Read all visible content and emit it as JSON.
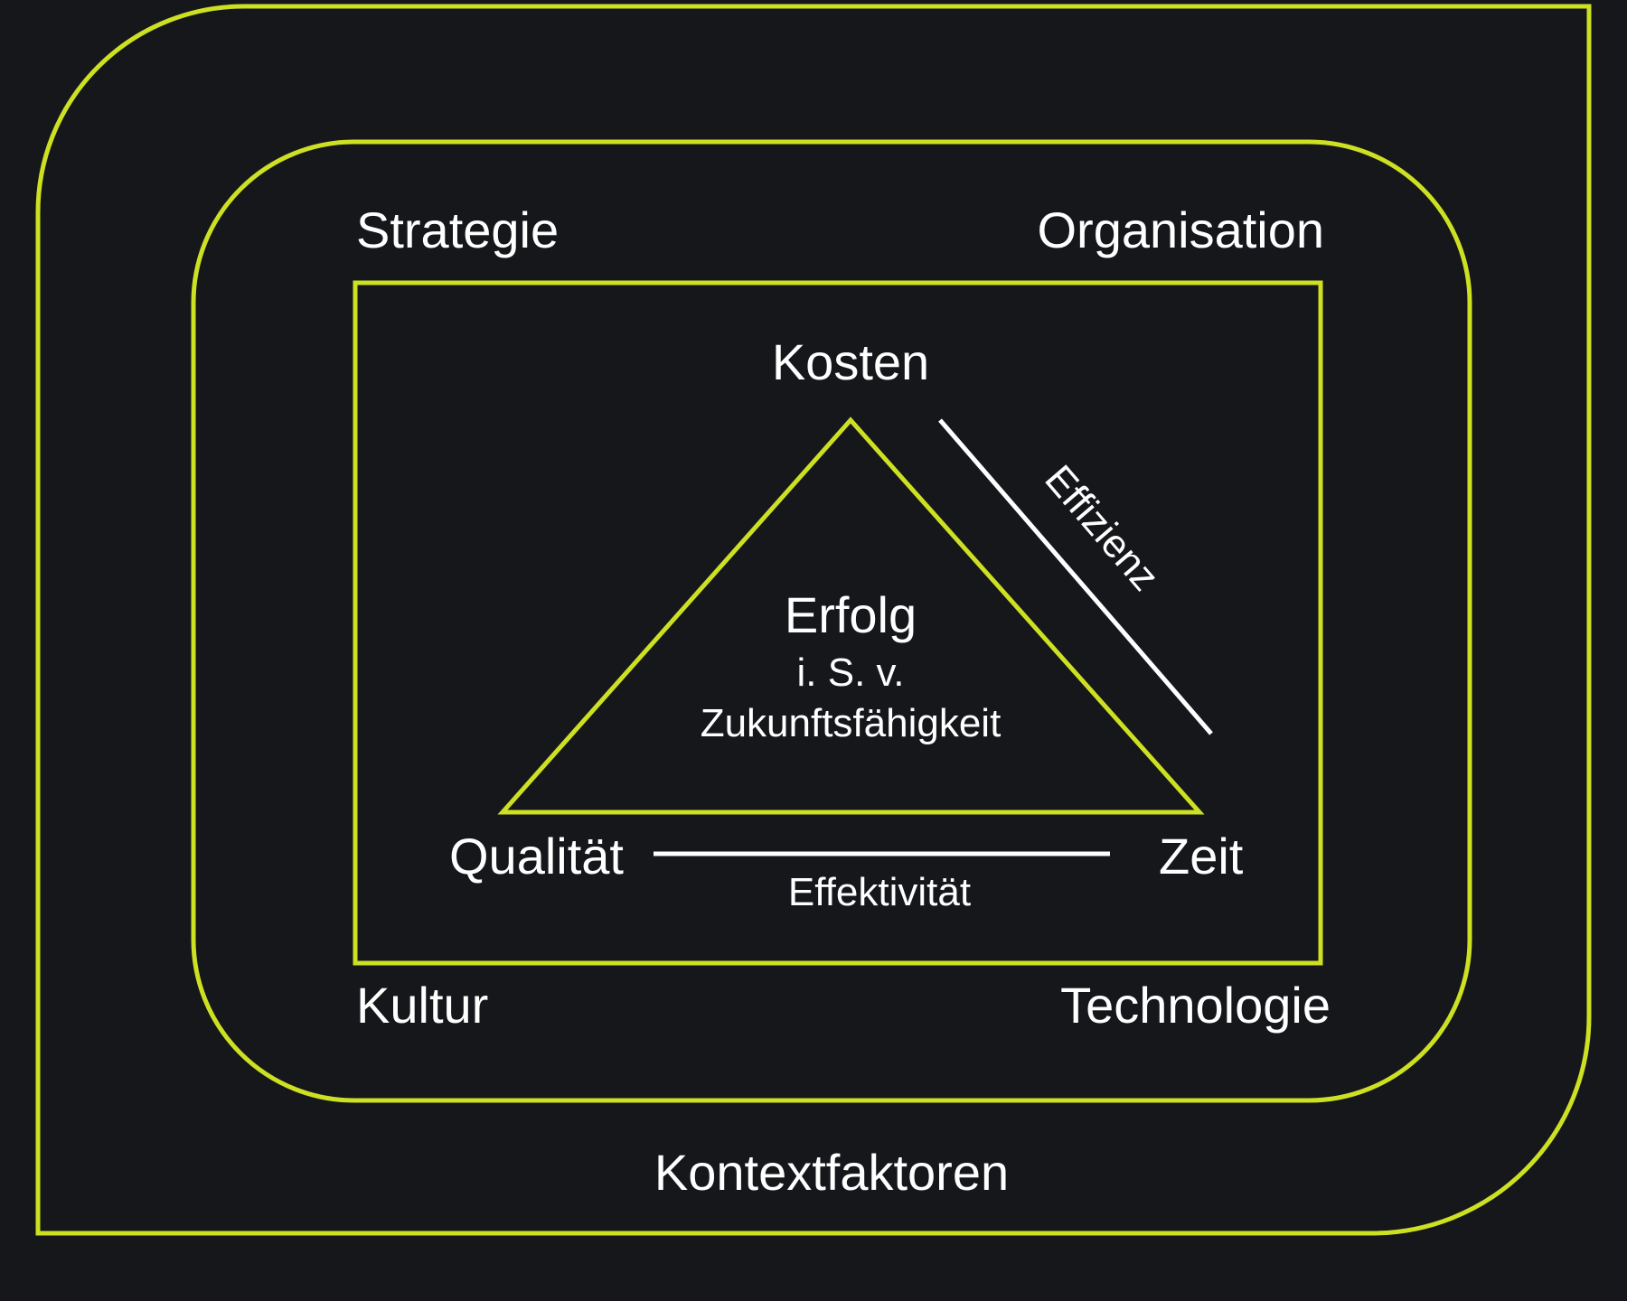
{
  "colors": {
    "background": "#15171b",
    "accent": "#cde022",
    "text": "#ffffff"
  },
  "outer": {
    "label": "Kontextfaktoren"
  },
  "middle": {
    "labels": {
      "top_left": "Strategie",
      "top_right": "Organisation",
      "bottom_left": "Kultur",
      "bottom_right": "Technologie"
    }
  },
  "triangle": {
    "vertices": {
      "top": "Kosten",
      "bottom_left": "Qualität",
      "bottom_right": "Zeit"
    },
    "center": {
      "title": "Erfolg",
      "line1": "i. S. v.",
      "line2": "Zukunftsfähigkeit"
    },
    "relations": {
      "right_side": "Effizienz",
      "base": "Effektivität"
    }
  }
}
